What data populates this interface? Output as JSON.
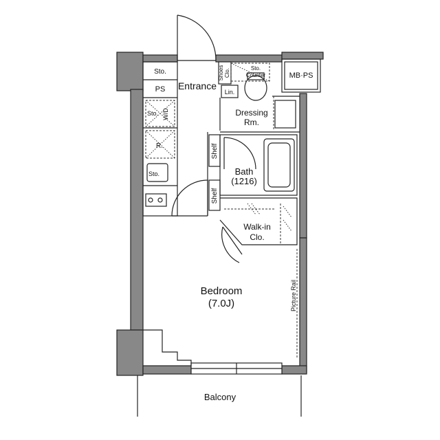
{
  "rooms": {
    "entrance": "Entrance",
    "dressing_line1": "Dressing",
    "dressing_line2": "Rm.",
    "bath_line1": "Bath",
    "bath_line2": "(1216)",
    "walkin_line1": "Walk-in",
    "walkin_line2": "Clo.",
    "bedroom_line1": "Bedroom",
    "bedroom_line2": "(7.0J)",
    "balcony": "Balcony"
  },
  "fixtures": {
    "sto_entrance": "Sto.",
    "ps": "PS",
    "shoes_line1": "Shoes",
    "shoes_line2": "Clo.",
    "lin": "Lin.",
    "sto_counter_line1": "Sto.",
    "sto_counter_line2": "Counter",
    "mbps": "MB·PS",
    "wd": "W/D",
    "sto_wd": "Sto.",
    "fridge": "R.",
    "sto_sink": "Sto.",
    "shelf_top": "Shelf",
    "shelf_bottom": "Shelf",
    "picture_rail": "Picture Rail"
  }
}
